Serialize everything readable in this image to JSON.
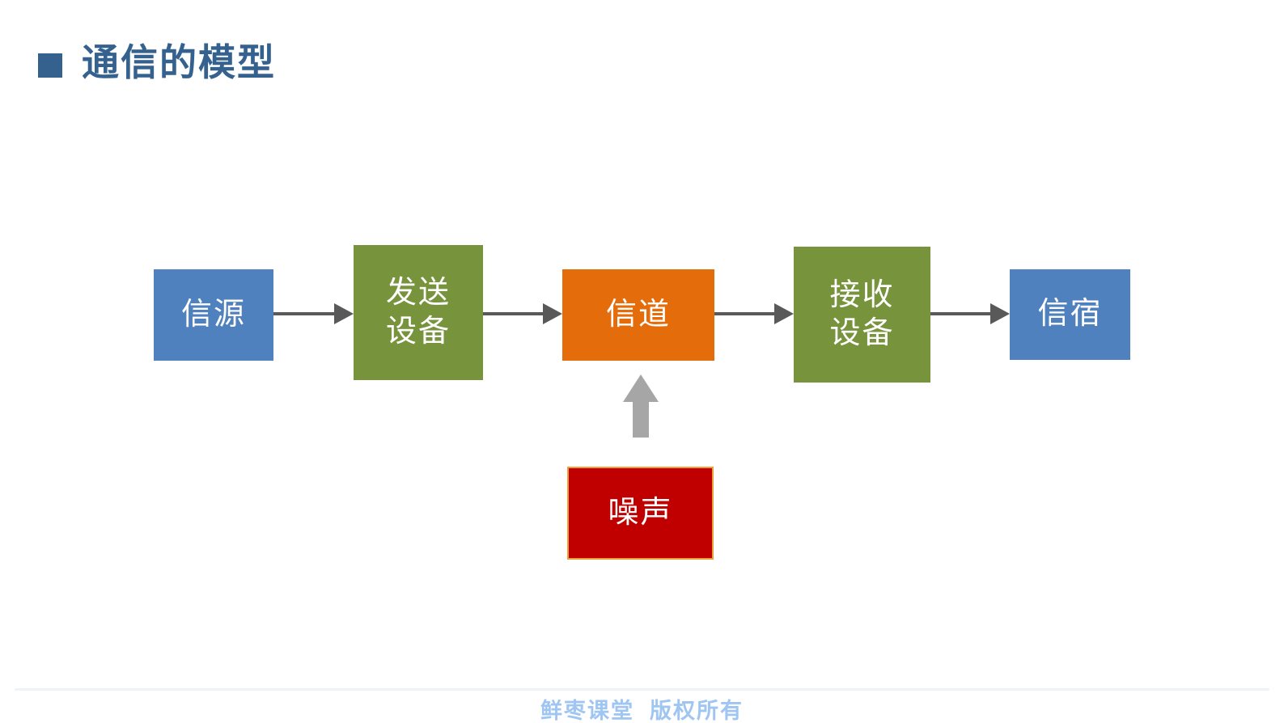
{
  "title": {
    "text": "通信的模型"
  },
  "diagram": {
    "nodes": [
      {
        "id": "source",
        "label": "信源",
        "color": "#4E81BD"
      },
      {
        "id": "transmitter",
        "label": "发送\n设备",
        "color": "#77933C"
      },
      {
        "id": "channel",
        "label": "信道",
        "color": "#E46C0A"
      },
      {
        "id": "receiver",
        "label": "接收\n设备",
        "color": "#77933C"
      },
      {
        "id": "destination",
        "label": "信宿",
        "color": "#4E81BD"
      },
      {
        "id": "noise",
        "label": "噪声",
        "color": "#C00000"
      }
    ],
    "edges": [
      {
        "from": "source",
        "to": "transmitter",
        "direction": "right"
      },
      {
        "from": "transmitter",
        "to": "channel",
        "direction": "right"
      },
      {
        "from": "channel",
        "to": "receiver",
        "direction": "right"
      },
      {
        "from": "receiver",
        "to": "destination",
        "direction": "right"
      },
      {
        "from": "noise",
        "to": "channel",
        "direction": "up"
      }
    ]
  },
  "footer": {
    "text": "鲜枣课堂  版权所有"
  },
  "colors": {
    "title": "#35618F",
    "box_blue": "#4E81BD",
    "box_green": "#77933C",
    "box_orange": "#E46C0A",
    "box_red": "#C00000",
    "noise_border": "#E9A13C",
    "connector_arrow": "#595959",
    "noise_arrow": "#A6A6A6",
    "footer_text": "#9FC5F2"
  }
}
